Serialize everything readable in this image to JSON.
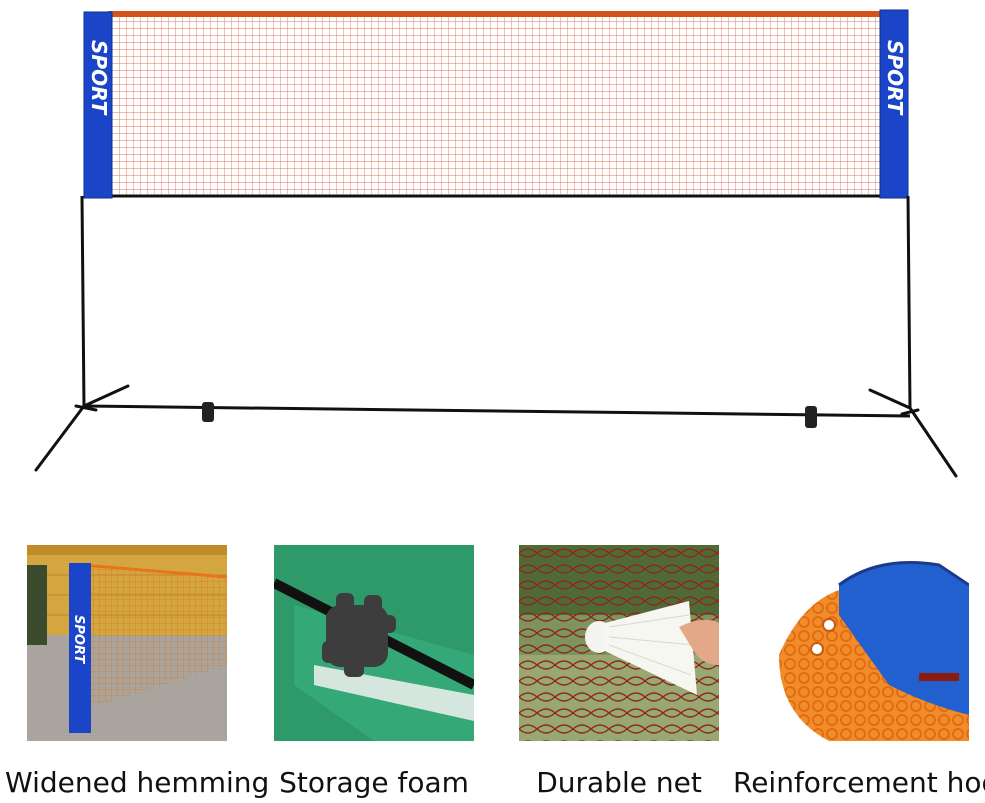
{
  "main_image": {
    "banner_text_left": "SPORT",
    "banner_text_right": "SPORT",
    "colors": {
      "net": "#d94a2a",
      "banner": "#1a45c8",
      "frame": "#111111",
      "top_cord": "#d2541c"
    }
  },
  "features": [
    {
      "caption": "Widened hemming",
      "banner_text": "SPORT"
    },
    {
      "caption": "Storage foam"
    },
    {
      "caption": "Durable net"
    },
    {
      "caption": "Reinforcement hook"
    }
  ]
}
